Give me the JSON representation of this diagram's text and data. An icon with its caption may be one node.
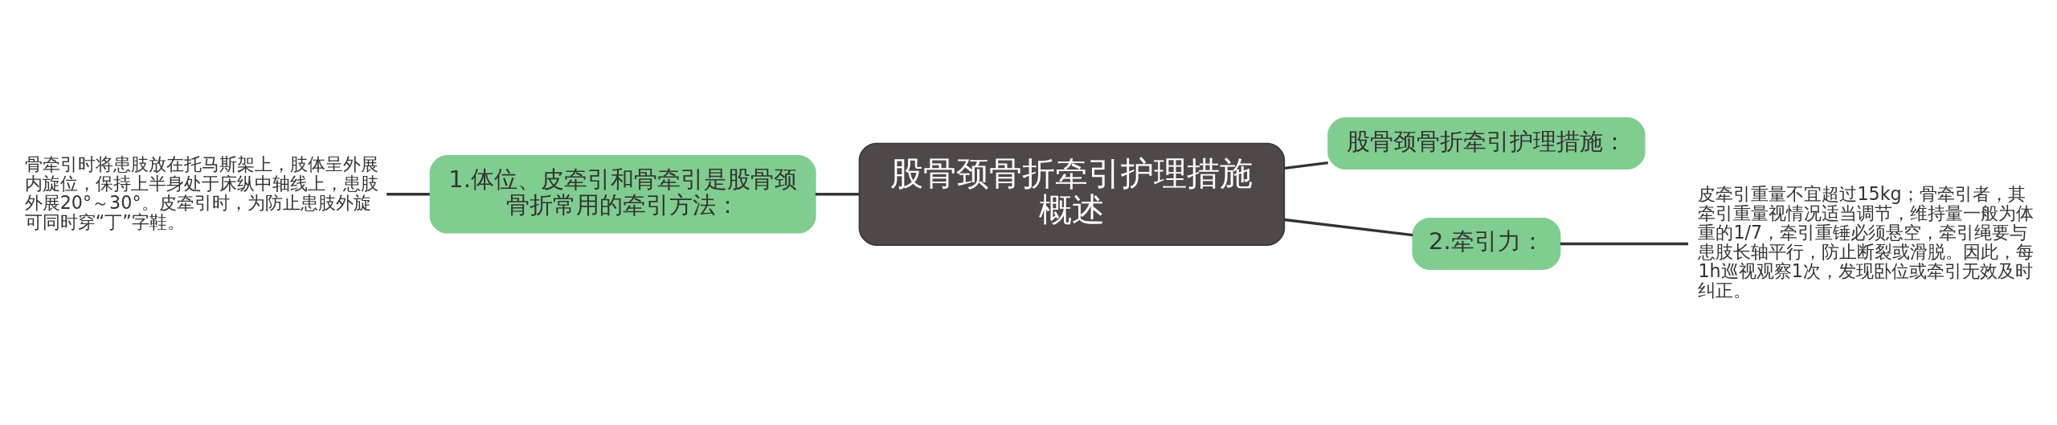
{
  "diagram": {
    "nodes": [
      {
        "text": [
          "股骨颈骨折牵引护理措施概述"
        ]
      },
      {
        "text": [
          "1.体位、皮牵引和骨牵引是股骨颈骨折常用的牵引方法："
        ]
      },
      {
        "text": [
          "骨牵引时将患肢放在托马斯架上，肢体呈外展内旋位，保持上半身处于床纵中轴线上，患肢外展20°～30°。皮牵引时，为防止患肢外旋可同时穿“丁”字鞋。"
        ]
      },
      {
        "text": [
          "股骨颈骨折牵引护理措施："
        ]
      },
      {
        "text": [
          "2.牵引力："
        ]
      },
      {
        "text": [
          "皮牵引重量不宜超过15kg；骨牵引者，其牵引重量视情况适当调节，维持量一般为体重的1/7，牵引重锤必须悬空，牵引绳要与患肢长轴平行，防止断裂或滑脱。因此，每1h巡视观察1次，发现卧位或牵引无效及时纠正。"
        ]
      }
    ],
    "edges": [
      {
        "from": 0,
        "to": 1,
        "arrow": "none"
      },
      {
        "from": 1,
        "to": 2,
        "arrow": "none"
      },
      {
        "from": 0,
        "to": 3,
        "arrow": "none"
      },
      {
        "from": 0,
        "to": 4,
        "arrow": "none"
      },
      {
        "from": 4,
        "to": 5,
        "arrow": "none"
      }
    ]
  }
}
